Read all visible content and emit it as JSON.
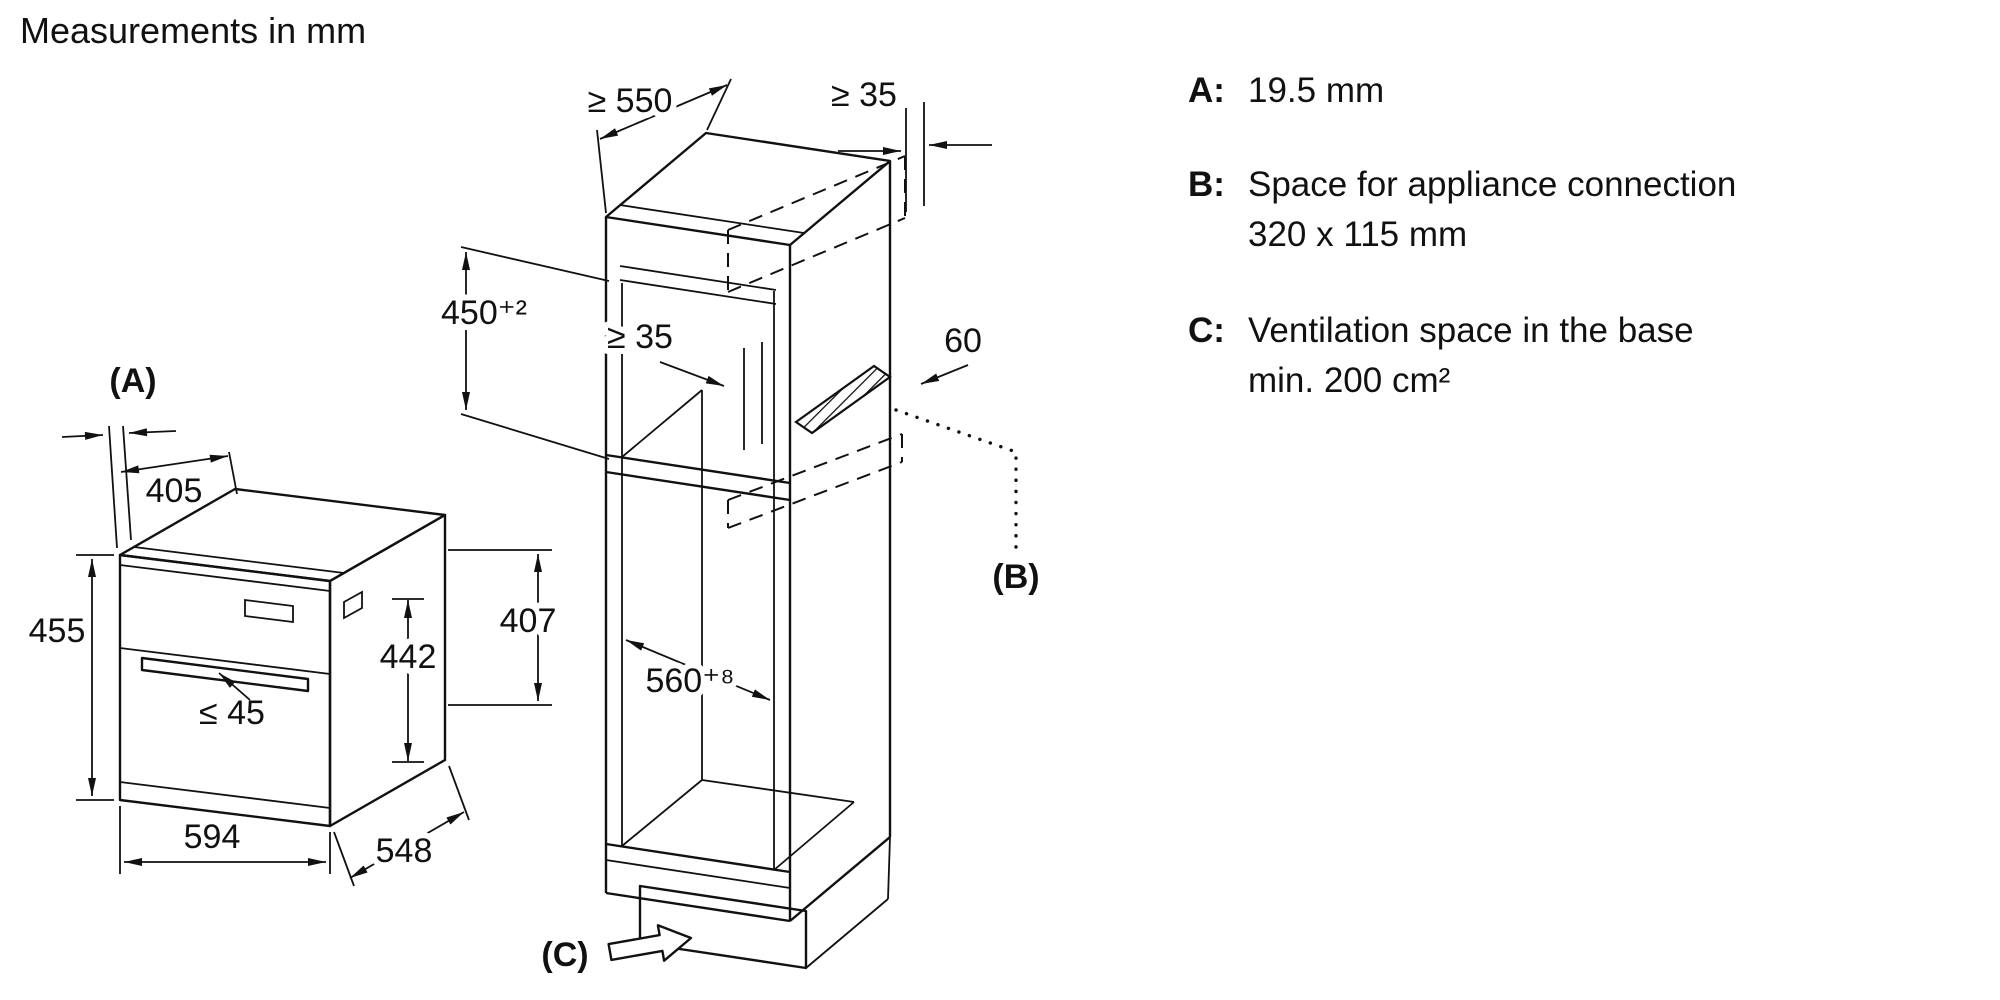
{
  "title": "Measurements in mm",
  "legend": {
    "items": [
      {
        "key": "A:",
        "lines": [
          "19.5 mm"
        ]
      },
      {
        "key": "B:",
        "lines": [
          "Space for appliance connection",
          "320 x 115 mm"
        ]
      },
      {
        "key": "C:",
        "lines": [
          "Ventilation space in the base",
          "min. 200 cm²"
        ]
      }
    ]
  },
  "oven": {
    "ref_a": "(A)",
    "top_depth": "405",
    "height": "455",
    "inner_height": "442",
    "rear_height": "407",
    "handle_depth": "≤ 45",
    "width": "594",
    "depth": "548"
  },
  "cabinet": {
    "min_depth": "≥ 550",
    "rear_top_gap": "≥ 35",
    "niche_rear_gap": "≥ 35",
    "connection_distance": "60",
    "niche_height": "450⁺²",
    "niche_width": "560⁺⁸",
    "ref_b": "(B)",
    "ref_c": "(C)"
  }
}
